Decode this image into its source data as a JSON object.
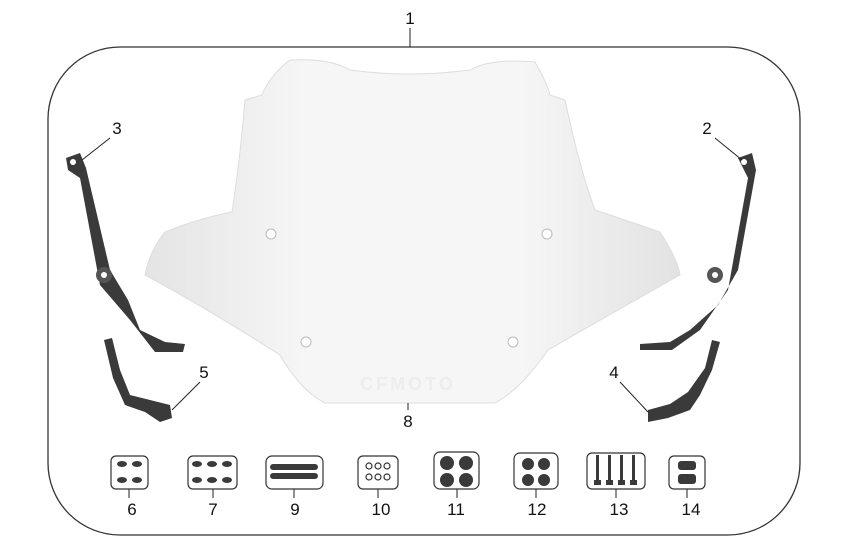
{
  "diagram": {
    "logo_text": "CFMOTO",
    "callouts": {
      "c1": "1",
      "c2": "2",
      "c3": "3",
      "c4": "4",
      "c5": "5",
      "c6": "6",
      "c7": "7",
      "c8": "8",
      "c9": "9",
      "c10": "10",
      "c11": "11",
      "c12": "12",
      "c13": "13",
      "c14": "14"
    }
  }
}
